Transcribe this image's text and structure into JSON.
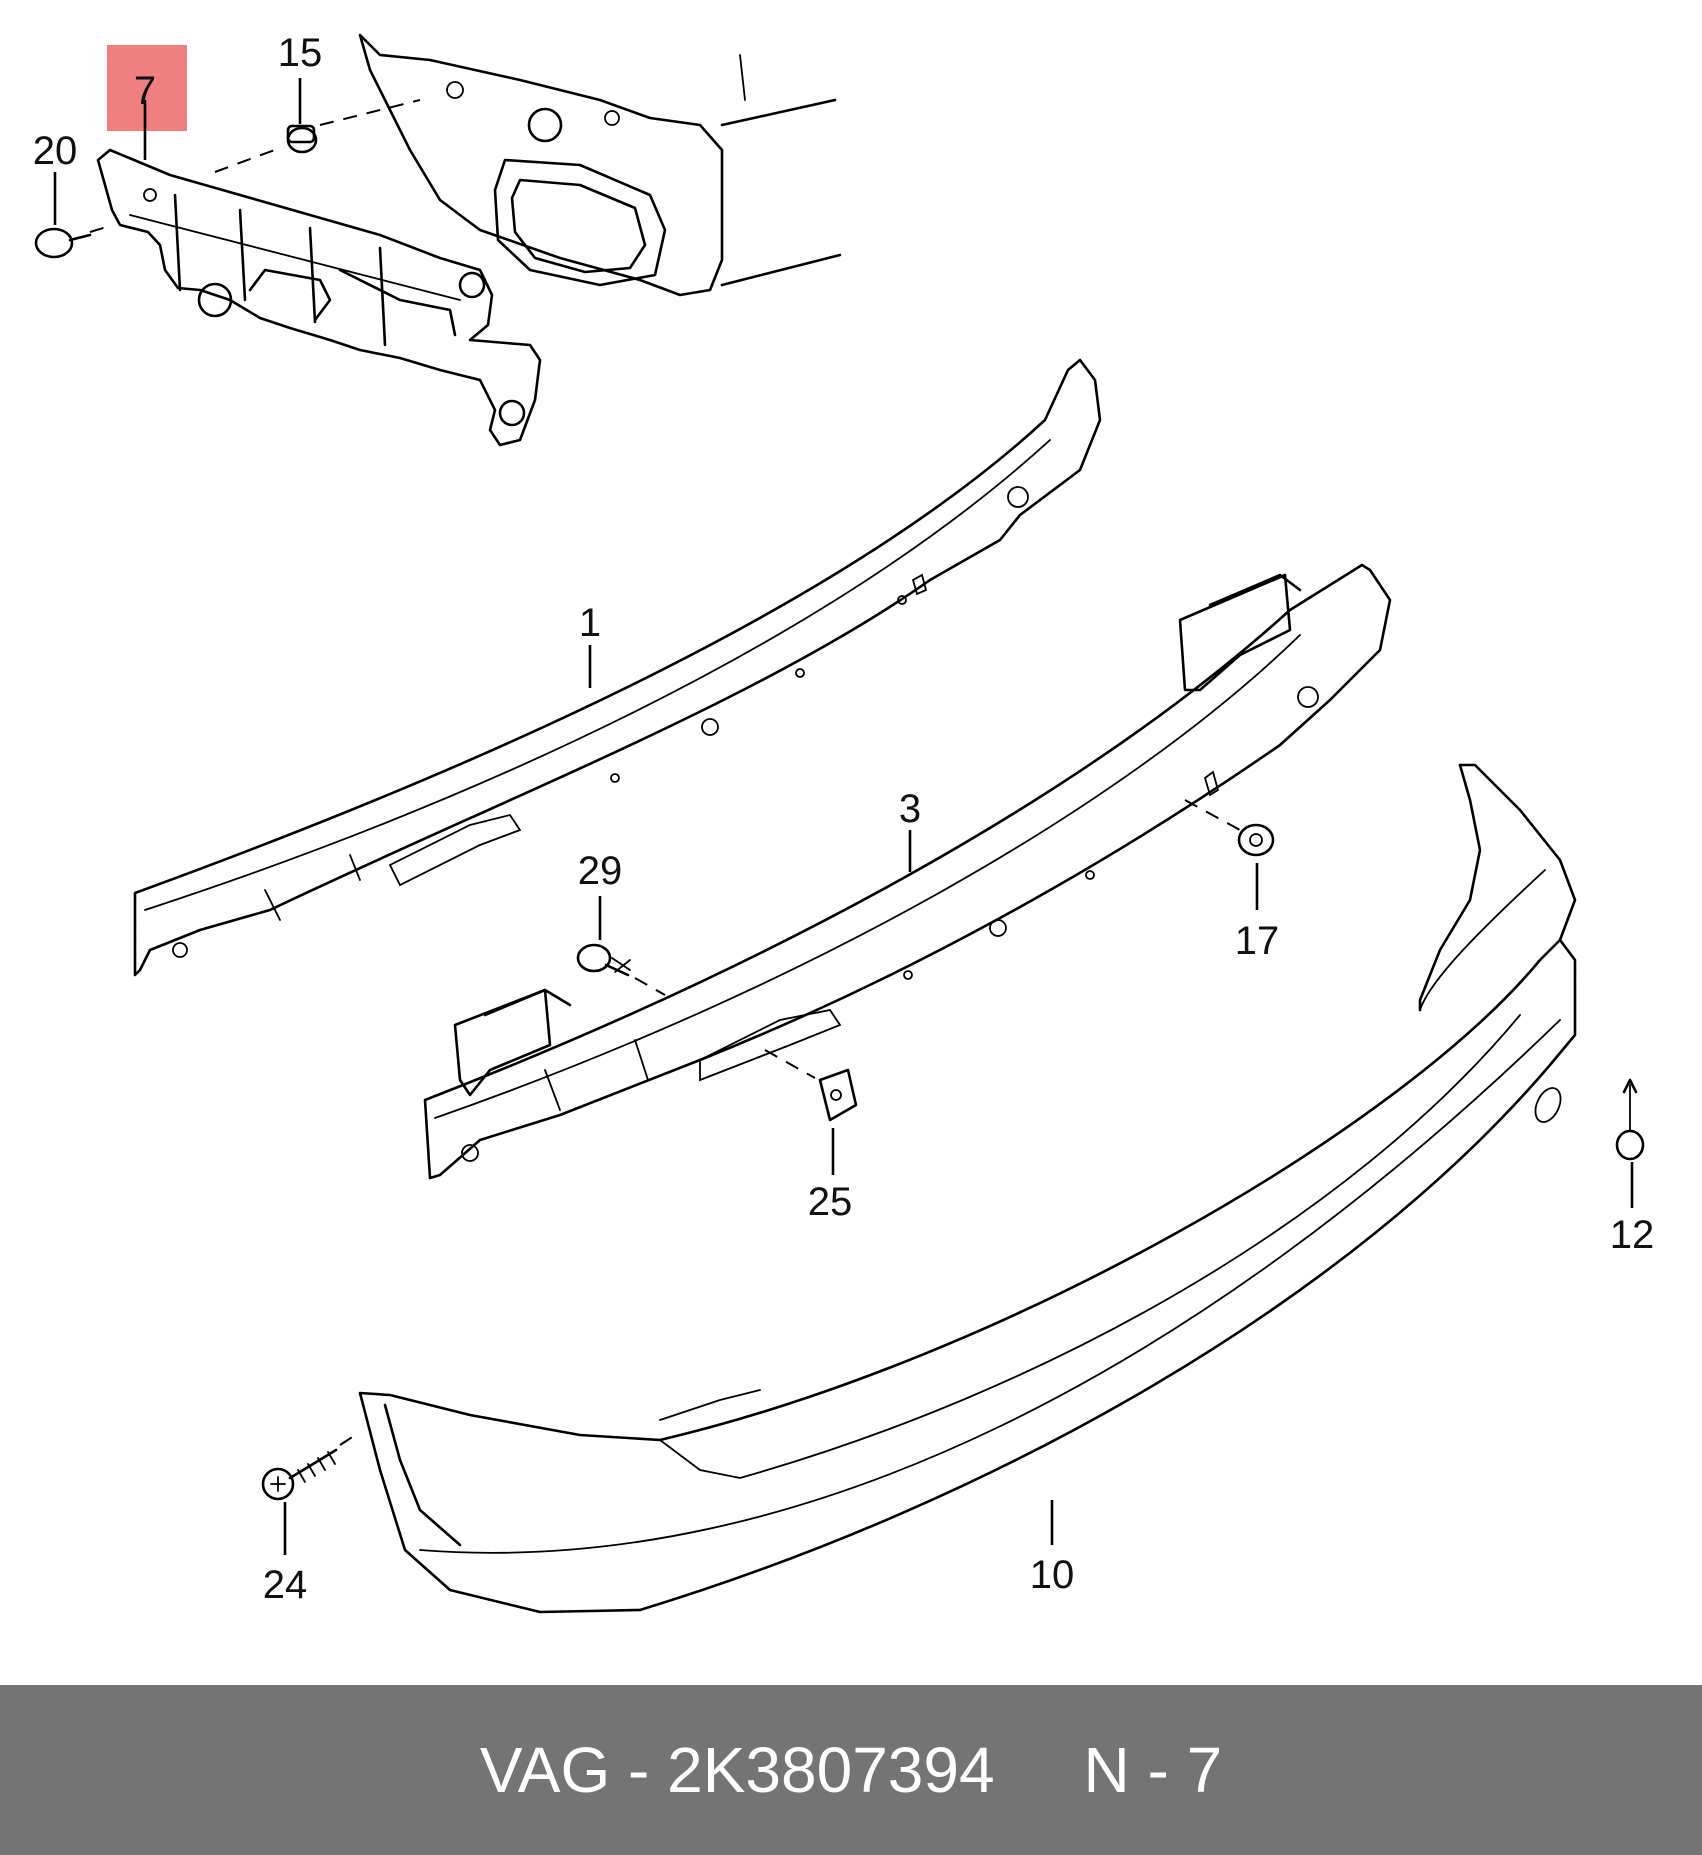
{
  "highlight_color": "#f08080",
  "footer_color": "#747474",
  "callouts": {
    "c1": "1",
    "c3": "3",
    "c7": "7",
    "c10": "10",
    "c12": "12",
    "c15": "15",
    "c17": "17",
    "c20": "20",
    "c24": "24",
    "c25": "25",
    "c29": "29"
  },
  "footer": {
    "brand": "VAG",
    "separator": "-",
    "part_number": "2K3807394",
    "position_label": "N - 7"
  }
}
